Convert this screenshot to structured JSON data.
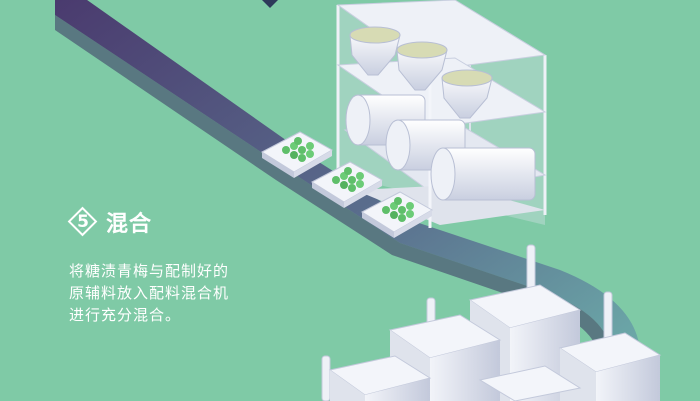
{
  "step": {
    "number": "5",
    "title": "混合",
    "description_lines": [
      "将糖渍青梅与配制好的",
      "原辅料放入配料混合机",
      "进行充分混合。"
    ]
  },
  "colors": {
    "background": "#7fcaa6",
    "belt_start": "#4a3a6e",
    "belt_end": "#6fb3ad",
    "machine_light": "#e9ecf4",
    "machine_shadow": "#b8bfd4",
    "plum_green": "#5fbf6a"
  },
  "icons": [
    "diamond-badge-icon"
  ]
}
